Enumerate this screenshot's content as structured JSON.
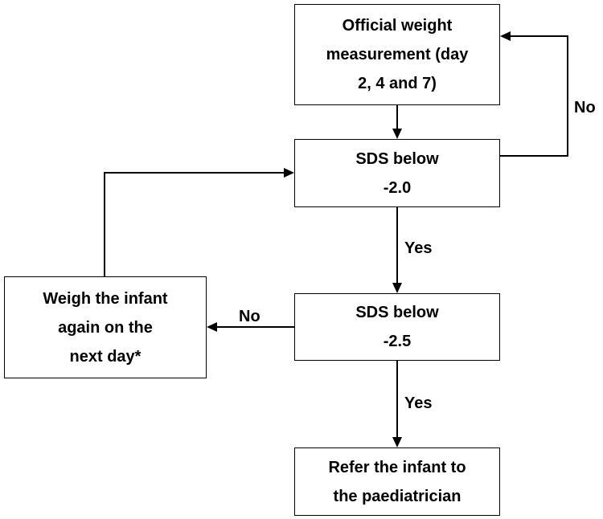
{
  "nodes": {
    "measure": {
      "lines": [
        "Official weight",
        "measurement (day",
        "2, 4 and 7)"
      ]
    },
    "sds_20": {
      "lines": [
        "SDS below",
        "-2.0"
      ]
    },
    "sds_25": {
      "lines": [
        "SDS below",
        "-2.5"
      ]
    },
    "weigh_again": {
      "lines": [
        "Weigh the infant",
        "again on the",
        "next day*"
      ]
    },
    "refer": {
      "lines": [
        "Refer the infant to",
        "the paediatrician"
      ]
    }
  },
  "edge_labels": {
    "sds20_no": "No",
    "sds20_yes": "Yes",
    "sds25_no": "No",
    "sds25_yes": "Yes"
  }
}
